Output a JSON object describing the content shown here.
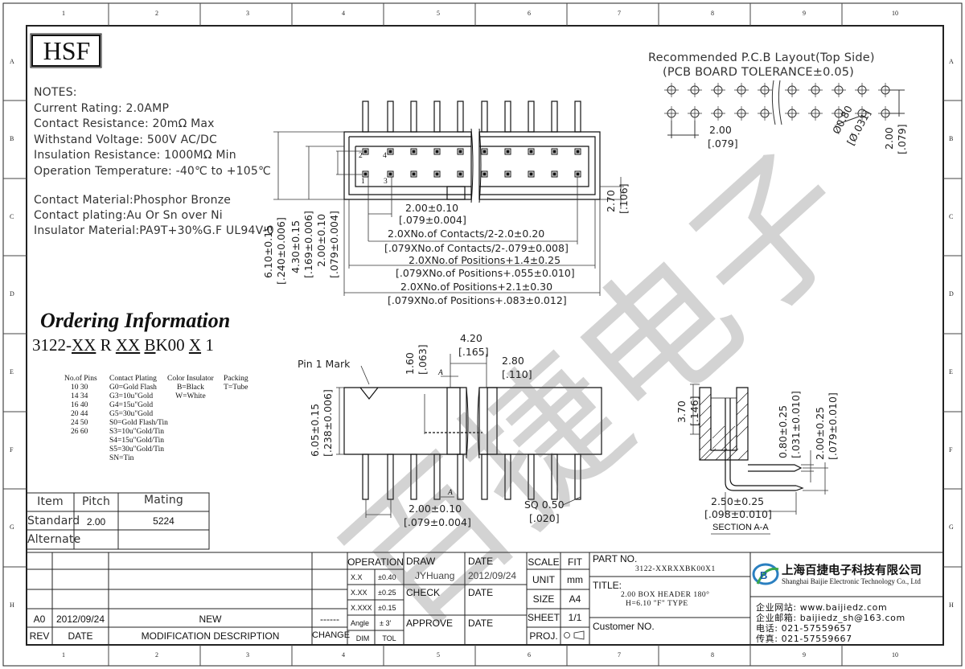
{
  "logo": "HSF",
  "ruler": {
    "cols": [
      "1",
      "2",
      "3",
      "4",
      "5",
      "6",
      "7",
      "8",
      "9",
      "10"
    ],
    "rows": [
      "A",
      "B",
      "C",
      "D",
      "E",
      "F",
      "G",
      "H"
    ]
  },
  "notes": {
    "heading": "NOTES:",
    "lines": [
      "Current Rating: 2.0AMP",
      "Contact Resistance: 20mΩ Max",
      "Withstand Voltage: 500V AC/DC",
      "Insulation Resistance: 1000MΩ Min",
      "Operation Temperature: -40℃ to +105℃"
    ],
    "materials": [
      "Contact Material:Phosphor Bronze",
      "Contact plating:Au Or Sn over Ni",
      "Insulator Material:PA9T+30%G.F UL94V-0"
    ]
  },
  "pcb": {
    "title": "Recommended P.C.B Layout(Top Side)",
    "tolerance": "(PCB BOARD TOLERANCE±0.05)",
    "pitch": "2.00",
    "pitch_in": "[.079]",
    "hole": "Ø0.80",
    "hole_in": "[Ø.031]",
    "row": "2.00",
    "row_in": "[.079]"
  },
  "top_view": {
    "pin_labels": [
      "2",
      "4",
      "1",
      "3"
    ],
    "dims": [
      "2.00±0.10",
      "[.079±0.004]",
      "2.0XNo.of Contacts/2-2.0±0.20",
      "[.079XNo.of Contacts/2-.079±0.008]",
      "2.0XNo.of Positions+1.4±0.25",
      "[.079XNo.of Positions+.055±0.010]",
      "2.0XNo.of Positions+2.1±0.30",
      "[.079XNo.of Positions+.083±0.012]"
    ],
    "height_dims": [
      "6.10±0.15",
      "[.240±0.006]",
      "4.30±0.15",
      "[.169±0.006]",
      "2.00±0.10",
      "[.079±0.004]"
    ],
    "right_dim": "2.70",
    "right_dim_in": "[.106]"
  },
  "ordering": {
    "title": "Ordering Information",
    "code": [
      "3122-",
      "XX",
      " R ",
      "XX",
      " ",
      "B",
      "K00 ",
      "X",
      " 1"
    ],
    "pins_label": "No.of Pins",
    "pins": [
      "10  30",
      "14  34",
      "16  40",
      "20  44",
      "24  50",
      "26  60"
    ],
    "plating_label": "Contact Plating",
    "plating": [
      "G0=Gold Flash",
      "G3=10u\"Gold",
      "G4=15u\"Gold",
      "G5=30u\"Gold",
      "S0=Gold Flash/Tin",
      "S3=10u\"Gold/Tin",
      "S4=15u\"Gold/Tin",
      "S5=30u\"Gold/Tin",
      "SN=Tin"
    ],
    "color_label": "Color Insulator",
    "colors": [
      "B=Black",
      "W=White"
    ],
    "packing_label": "Packing",
    "packing": [
      "T=Tube"
    ]
  },
  "front_view": {
    "pin1": "Pin 1 Mark",
    "dims": [
      "4.20",
      "[.165]",
      "1.60",
      "[.063]",
      "2.80",
      "[.110]",
      "6.05±0.15",
      "[.238±0.006]",
      "2.00±0.10",
      "[.079±0.004]",
      "SQ 0.50",
      "[.020]"
    ],
    "section_marks": [
      "A",
      "A"
    ]
  },
  "section": {
    "title": "SECTION A-A",
    "dims": [
      "3.70",
      "[.146]",
      "0.80±0.25",
      "[.031±0.010]",
      "2.00±0.25",
      "[.079±0.010]",
      "2.50±0.25",
      "[.098±0.010]"
    ]
  },
  "mating_table": {
    "headers": [
      "Item",
      "Pitch",
      "Mating"
    ],
    "rows": [
      [
        "Standard",
        "2.00",
        "5224"
      ],
      [
        "Alternate",
        "",
        ""
      ]
    ]
  },
  "title_block": {
    "rev_row": [
      "A0",
      "2012/09/24",
      "NEW",
      "------"
    ],
    "rev_headers": [
      "REV",
      "DATE",
      "MODIFICATION DESCRIPTION",
      "CHANGE"
    ],
    "operation": "OPERATION",
    "tolerances": [
      [
        "X.X",
        "±0.40"
      ],
      [
        "X.XX",
        "±0.25"
      ],
      [
        "X.XXX",
        "±0.15"
      ],
      [
        "Angle",
        "± 3'"
      ]
    ],
    "dim_tol": [
      "DIM",
      "TOL"
    ],
    "draw": "DRAW",
    "draw_name": "JYHuang",
    "check": "CHECK",
    "approve": "APPROVE",
    "date_label": "DATE",
    "draw_date": "2012/09/24",
    "scale": "SCALE",
    "fit": "FIT",
    "unit": "UNIT",
    "unit_val": "mm",
    "size": "SIZE",
    "size_val": "A4",
    "sheet": "SHEET",
    "sheet_val": "1/1",
    "proj": "PROJ.",
    "part_no_label": "PART NO.",
    "part_no": "3122-XXRXXBK00X1",
    "title_label": "TITLE:",
    "title_line1": "2.00 BOX HEADER 180°",
    "title_line2": "H=6.10 \"F\" TYPE",
    "customer": "Customer NO.",
    "company_cn": "上海百捷电子科技有限公司",
    "company_en": "Shanghai Baijie Electronic Technology Co., Ltd",
    "website": "企业网站: www.baijiedz.com",
    "email": "企业邮箱: baijiedz_sh@163.com",
    "phone": "电话: 021-57559657",
    "fax": "传真: 021-57559667"
  },
  "watermark": "百捷电子"
}
